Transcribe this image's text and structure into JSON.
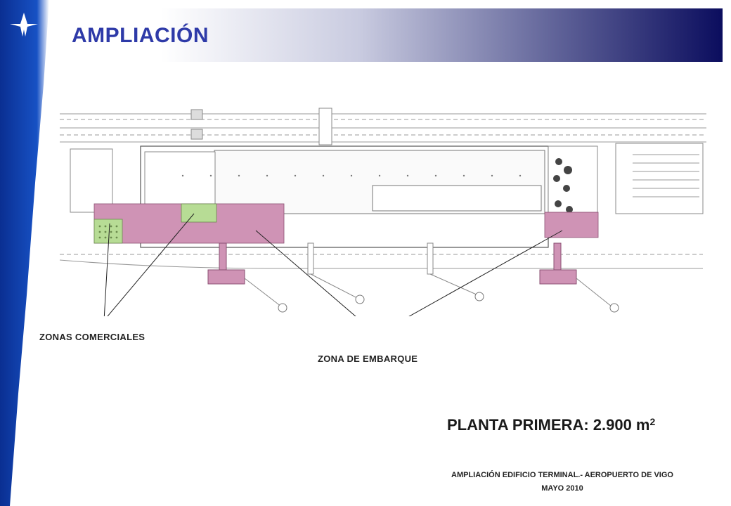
{
  "header": {
    "title": "AMPLIACIÓN"
  },
  "plan": {
    "labels": {
      "commercial": "ZONAS COMERCIALES",
      "boarding": "ZONA DE EMBARQUE"
    }
  },
  "summary": {
    "area_text": "PLANTA PRIMERA: 2.900 m",
    "area_superscript": "2"
  },
  "footer": {
    "line1": "AMPLIACIÓN EDIFICIO TERMINAL.- AEROPUERTO DE VIGO",
    "line2": "MAYO 2010"
  },
  "colors": {
    "brand_blue": "#0b3fa8",
    "title_blue": "#2e3aa8",
    "boarding_zone": "#cf93b5",
    "commercial_zone": "#b7dc95"
  }
}
